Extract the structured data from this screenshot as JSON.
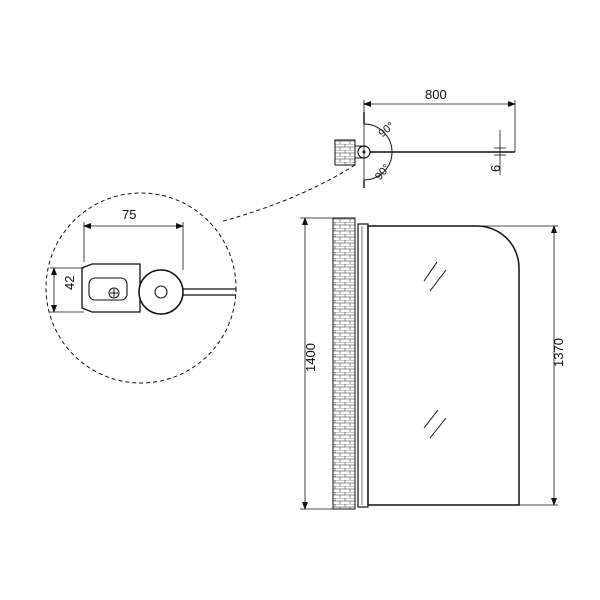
{
  "dimensions": {
    "width_top": "800",
    "offset": "6",
    "angle_upper": "90°",
    "angle_lower": "90°",
    "detail_width": "75",
    "detail_height": "42",
    "height_left": "1400",
    "height_right": "1370"
  }
}
